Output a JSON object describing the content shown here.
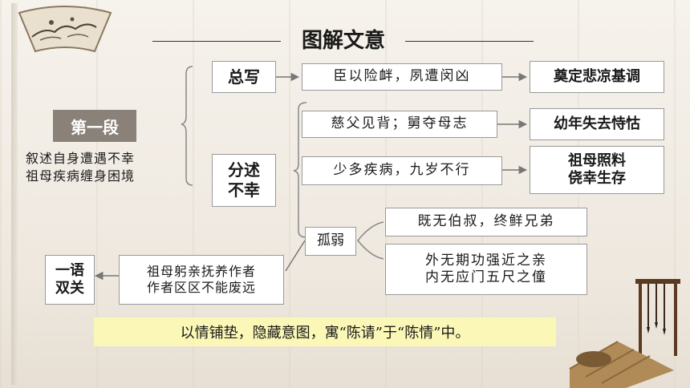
{
  "title": "图解文意",
  "section": {
    "label": "第一段",
    "desc_line1": "叙述自身遭遇不幸",
    "desc_line2": "祖母疾病缠身困境"
  },
  "zongxie": {
    "label": "总写",
    "detail": "臣以险衅，夙遭闵凶",
    "result": "奠定悲凉基调"
  },
  "fenshu": {
    "label_line1": "分述",
    "label_line2": "不幸",
    "rows": [
      {
        "detail": "慈父见背；舅夺母志",
        "result_line1": "幼年失去恃怙",
        "result_line2": ""
      },
      {
        "detail": "少多疾病，九岁不行",
        "result_line1": "祖母照料",
        "result_line2": "侥幸生存"
      }
    ]
  },
  "guruo": {
    "label": "孤弱",
    "detail1": "既无伯叔，终鲜兄弟",
    "detail2_line1": "外无期功强近之亲",
    "detail2_line2": "内无应门五尺之僮"
  },
  "pun": {
    "label_line1": "一语",
    "label_line2": "双关",
    "text_line1": "祖母躬亲抚养作者",
    "text_line2": "作者区区不能废远"
  },
  "conclusion": "以情铺垫，隐藏意图，寓“陈请”于“陈情”中。"
}
